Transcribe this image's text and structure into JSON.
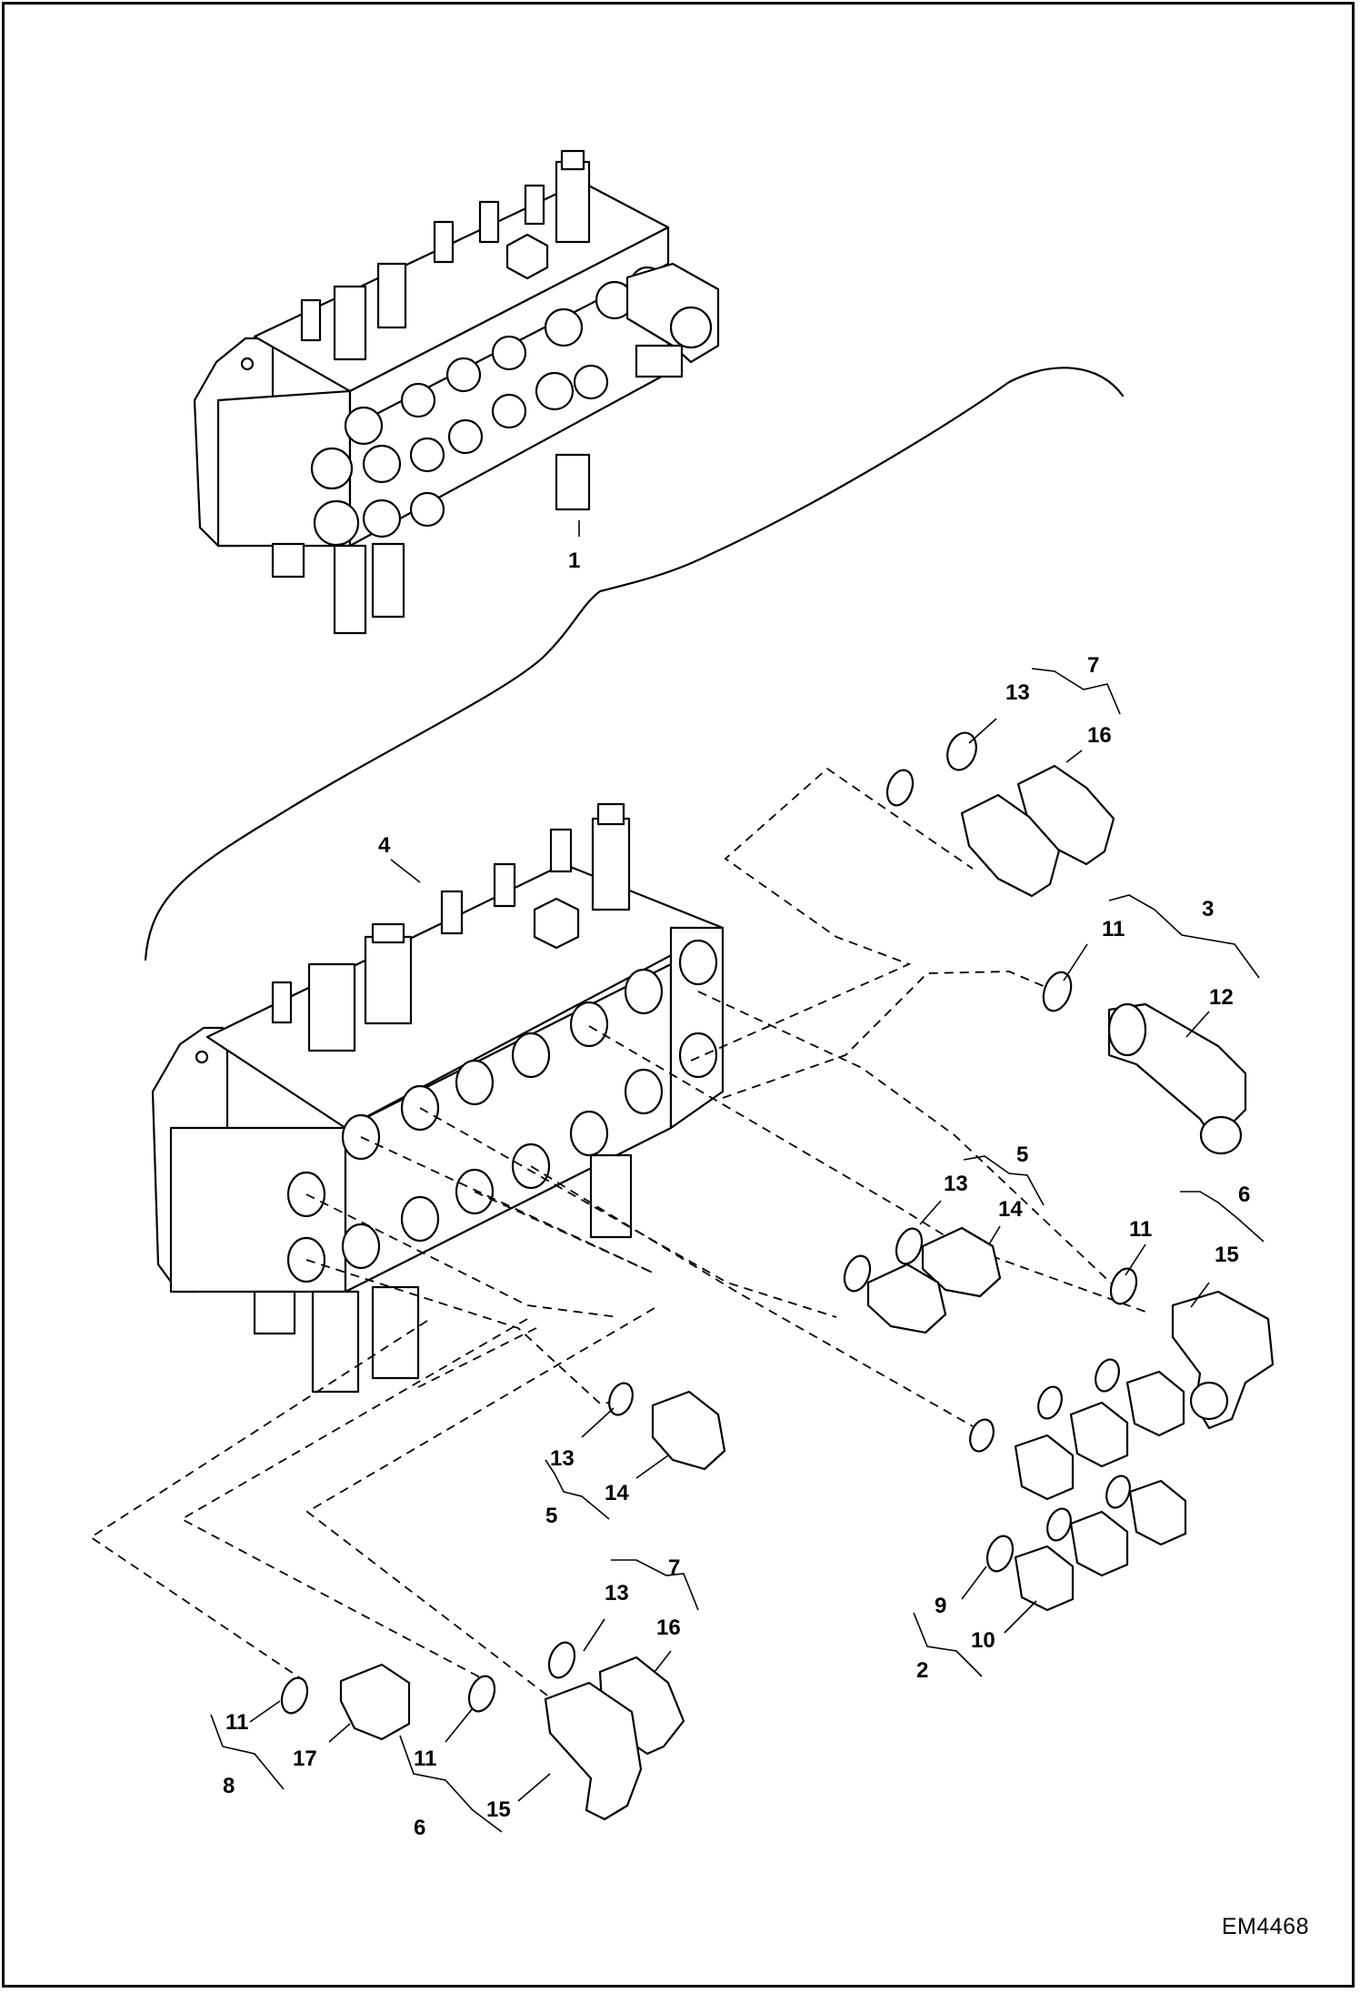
{
  "drawing_code": "EM4468",
  "callouts": {
    "c1": "1",
    "c2": "2",
    "c3": "3",
    "c4": "4",
    "c5a": "5",
    "c5b": "5",
    "c6a": "6",
    "c6b": "6",
    "c7a": "7",
    "c7b": "7",
    "c8": "8",
    "c9": "9",
    "c10": "10",
    "c11a": "11",
    "c11b": "11",
    "c11c": "11",
    "c11d": "11",
    "c12": "12",
    "c13a": "13",
    "c13b": "13",
    "c13c": "13",
    "c13d": "13",
    "c14a": "14",
    "c14b": "14",
    "c15a": "15",
    "c15b": "15",
    "c16a": "16",
    "c16b": "16",
    "c17": "17"
  }
}
